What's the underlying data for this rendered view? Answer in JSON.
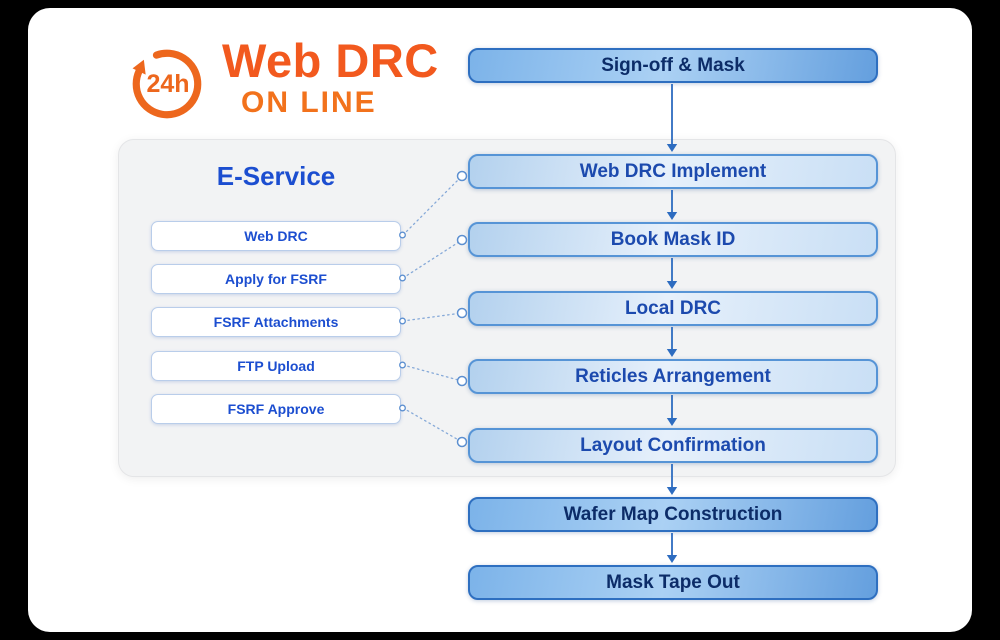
{
  "logo": {
    "badge_text": "24h",
    "title": "Web DRC",
    "subtitle": "ON LINE"
  },
  "panel": {
    "title": "E-Service",
    "items": [
      {
        "label": "Web DRC"
      },
      {
        "label": "Apply for FSRF"
      },
      {
        "label": "FSRF Attachments"
      },
      {
        "label": "FTP Upload"
      },
      {
        "label": "FSRF Approve"
      }
    ]
  },
  "flow": {
    "steps": [
      {
        "label": "Sign-off & Mask",
        "kind": "primary"
      },
      {
        "label": "Web DRC Implement",
        "kind": "light"
      },
      {
        "label": "Book Mask ID",
        "kind": "light"
      },
      {
        "label": "Local DRC",
        "kind": "light"
      },
      {
        "label": "Reticles Arrangement",
        "kind": "light"
      },
      {
        "label": "Layout Confirmation",
        "kind": "light"
      },
      {
        "label": "Wafer Map Construction",
        "kind": "primary"
      },
      {
        "label": "Mask Tape Out",
        "kind": "primary"
      }
    ]
  },
  "connections": [
    {
      "from": "Web DRC",
      "to": "Web DRC Implement"
    },
    {
      "from": "Apply for FSRF",
      "to": "Book Mask ID"
    },
    {
      "from": "FSRF Attachments",
      "to": "Local DRC"
    },
    {
      "from": "FTP Upload",
      "to": "Reticles Arrangement"
    },
    {
      "from": "FSRF Approve",
      "to": "Layout Confirmation"
    }
  ],
  "colors": {
    "accent_orange": "#f2591e",
    "brand_blue": "#1c4ed0",
    "step_border_light": "#5694d6",
    "step_border_primary": "#2e6fc0",
    "step_text_light": "#1c4aae",
    "step_text_primary": "#0c2c68",
    "arrow_blue": "#2d6cc0"
  }
}
